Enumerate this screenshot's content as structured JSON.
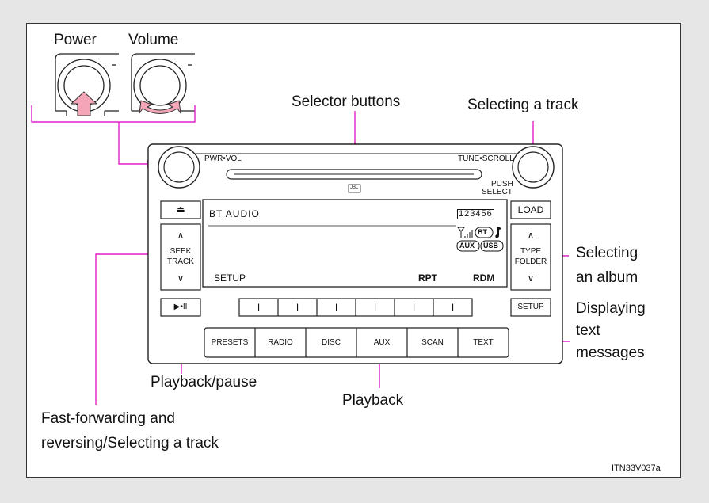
{
  "callouts": {
    "power": "Power",
    "volume": "Volume",
    "selector_buttons": "Selector buttons",
    "selecting_track": "Selecting a track",
    "selecting_album": "Selecting\nan album",
    "displaying_text": "Displaying\ntext\nmessages",
    "playback_pause": "Playback/pause",
    "playback": "Playback",
    "fast_forward": "Fast-forwarding and\nreversing/Selecting a track"
  },
  "figure_code": "ITN33V037a",
  "unit": {
    "pwr_vol": "PWR•VOL",
    "tune_scroll": "TUNE•SCROLL",
    "push_select_top": "PUSH",
    "push_select_bottom": "SELECT",
    "jbl": "JBL",
    "eject_glyph": "⏏",
    "load": "LOAD",
    "seek_up": "∧",
    "seek_label_1": "SEEK",
    "seek_label_2": "TRACK",
    "seek_down": "∨",
    "type_up": "∧",
    "type_label_1": "TYPE",
    "type_label_2": "FOLDER",
    "type_down": "∨",
    "play_pause": "▶•II",
    "setup_button": "SETUP",
    "display": {
      "source": "BT AUDIO",
      "presets_indicator": "123456",
      "bt": "BT",
      "aux": "AUX",
      "usb": "USB",
      "setup": "SETUP",
      "rpt": "RPT",
      "rdm": "RDM"
    },
    "selector_labels": [
      "I",
      "I",
      "I",
      "I",
      "I",
      "I"
    ],
    "bottom_buttons": [
      "PRESETS",
      "RADIO",
      "DISC",
      "AUX",
      "SCAN",
      "TEXT"
    ]
  },
  "colors": {
    "callout_line": "#e020c8",
    "callout_arrow": "#f0a0b4"
  }
}
